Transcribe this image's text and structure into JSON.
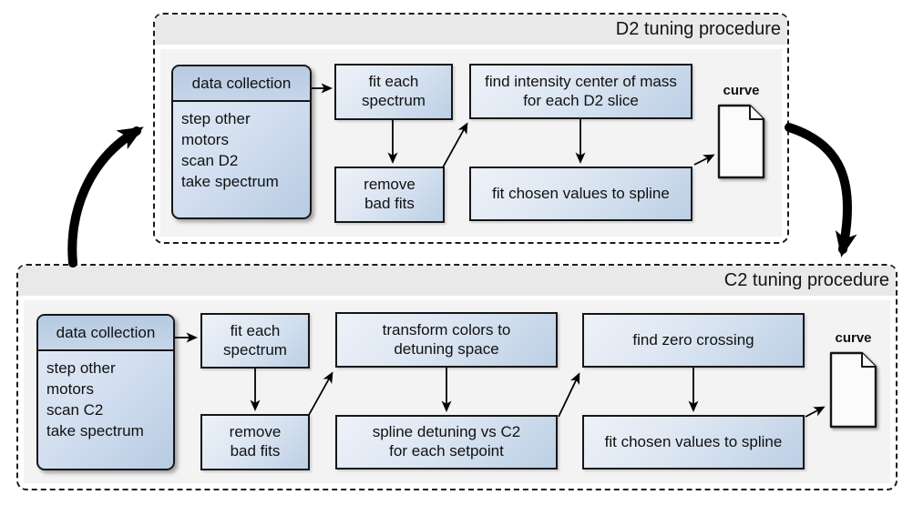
{
  "colors": {
    "panel_body": "#f3f3f3",
    "panel_strip": "#e9e9e9",
    "box_fill_light": "#eef2f9",
    "box_fill_dark": "#bccfe5",
    "box_border": "#161616",
    "arrow": "#000000"
  },
  "d2": {
    "title": "D2 tuning procedure",
    "data_collection": {
      "header": "data collection",
      "lines": [
        "step other motors",
        "scan D2",
        "take spectrum"
      ]
    },
    "boxes": {
      "fit_each": "fit each\nspectrum",
      "remove": "remove\nbad fits",
      "find_com": "find intensity center of mass\nfor each D2 slice",
      "fit_spline": "fit chosen values to spline"
    },
    "curve_label": "curve"
  },
  "c2": {
    "title": "C2 tuning procedure",
    "data_collection": {
      "header": "data collection",
      "lines": [
        "step other motors",
        "scan C2",
        "take spectrum"
      ]
    },
    "boxes": {
      "fit_each": "fit each\nspectrum",
      "remove": "remove\nbad fits",
      "transform": "transform colors to\ndetuning space",
      "spline_detuning": "spline detuning vs C2\nfor each setpoint",
      "find_zero": "find zero crossing",
      "fit_spline": "fit chosen values to spline"
    },
    "curve_label": "curve"
  }
}
